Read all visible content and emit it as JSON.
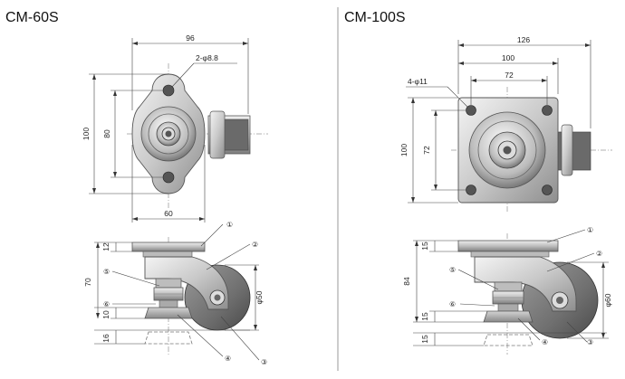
{
  "left_model": {
    "title": "CM-60S",
    "dims": {
      "width_total": "96",
      "hole_spec": "2-φ8.8",
      "plate_height": "100",
      "hole_pitch": "80",
      "plate_width": "60",
      "plate_thickness": "12",
      "total_height": "70",
      "wheel_diameter": "φ50",
      "pad_height": "10",
      "adjust_height": "16"
    },
    "callouts": [
      "①",
      "②",
      "③",
      "④",
      "⑤",
      "⑥"
    ]
  },
  "right_model": {
    "title": "CM-100S",
    "dims": {
      "width_total": "126",
      "plate_width": "100",
      "hole_pitch_x": "72",
      "hole_spec": "4-φ11",
      "plate_height": "100",
      "hole_pitch_y": "72",
      "plate_thickness": "15",
      "total_height": "84",
      "wheel_diameter": "φ60",
      "pad_height": "15",
      "adjust_height": "15"
    },
    "callouts": [
      "①",
      "②",
      "③",
      "④",
      "⑤",
      "⑥"
    ]
  }
}
